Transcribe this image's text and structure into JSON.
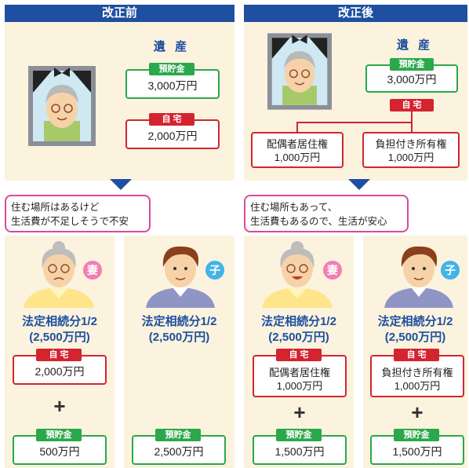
{
  "before": {
    "header": "改正前",
    "estate_title": "遺 産",
    "savings_label": "預貯金",
    "savings_value": "3,000万円",
    "home_label": "自 宅",
    "home_value": "2,000万円",
    "bubble": [
      "住む場所はあるけど",
      "生活費が不足しそうで不安"
    ],
    "wife": {
      "badge": "妻",
      "share": "法定相続分1/2",
      "share_amount": "(2,500万円)",
      "home_label": "自 宅",
      "home_value": "2,000万円",
      "plus": "+",
      "savings_label": "預貯金",
      "savings_value": "500万円"
    },
    "child": {
      "badge": "子",
      "share": "法定相続分1/2",
      "share_amount": "(2,500万円)",
      "savings_label": "預貯金",
      "savings_value": "2,500万円"
    }
  },
  "after": {
    "header": "改正後",
    "estate_title": "遺 産",
    "savings_label": "預貯金",
    "savings_value": "3,000万円",
    "home_label": "自 宅",
    "left_branch": [
      "配偶者居住権",
      "1,000万円"
    ],
    "right_branch": [
      "負担付き所有権",
      "1,000万円"
    ],
    "bubble": [
      "住む場所もあって、",
      "生活費もあるので、生活が安心"
    ],
    "wife": {
      "badge": "妻",
      "share": "法定相続分1/2",
      "share_amount": "(2,500万円)",
      "home_label": "自 宅",
      "home_lines": [
        "配偶者居住権",
        "1,000万円"
      ],
      "plus": "+",
      "savings_label": "預貯金",
      "savings_value": "1,500万円"
    },
    "child": {
      "badge": "子",
      "share": "法定相続分1/2",
      "share_amount": "(2,500万円)",
      "home_label": "自 宅",
      "home_lines": [
        "負担付き所有権",
        "1,000万円"
      ],
      "plus": "+",
      "savings_label": "預貯金",
      "savings_value": "1,500万円"
    }
  },
  "colors": {
    "header": "#1f4fa0",
    "cream": "#fbf3de",
    "green": "#2aa84a",
    "red": "#d42430",
    "pink_badge": "#f07fb3",
    "blue_badge": "#42b3e6"
  }
}
